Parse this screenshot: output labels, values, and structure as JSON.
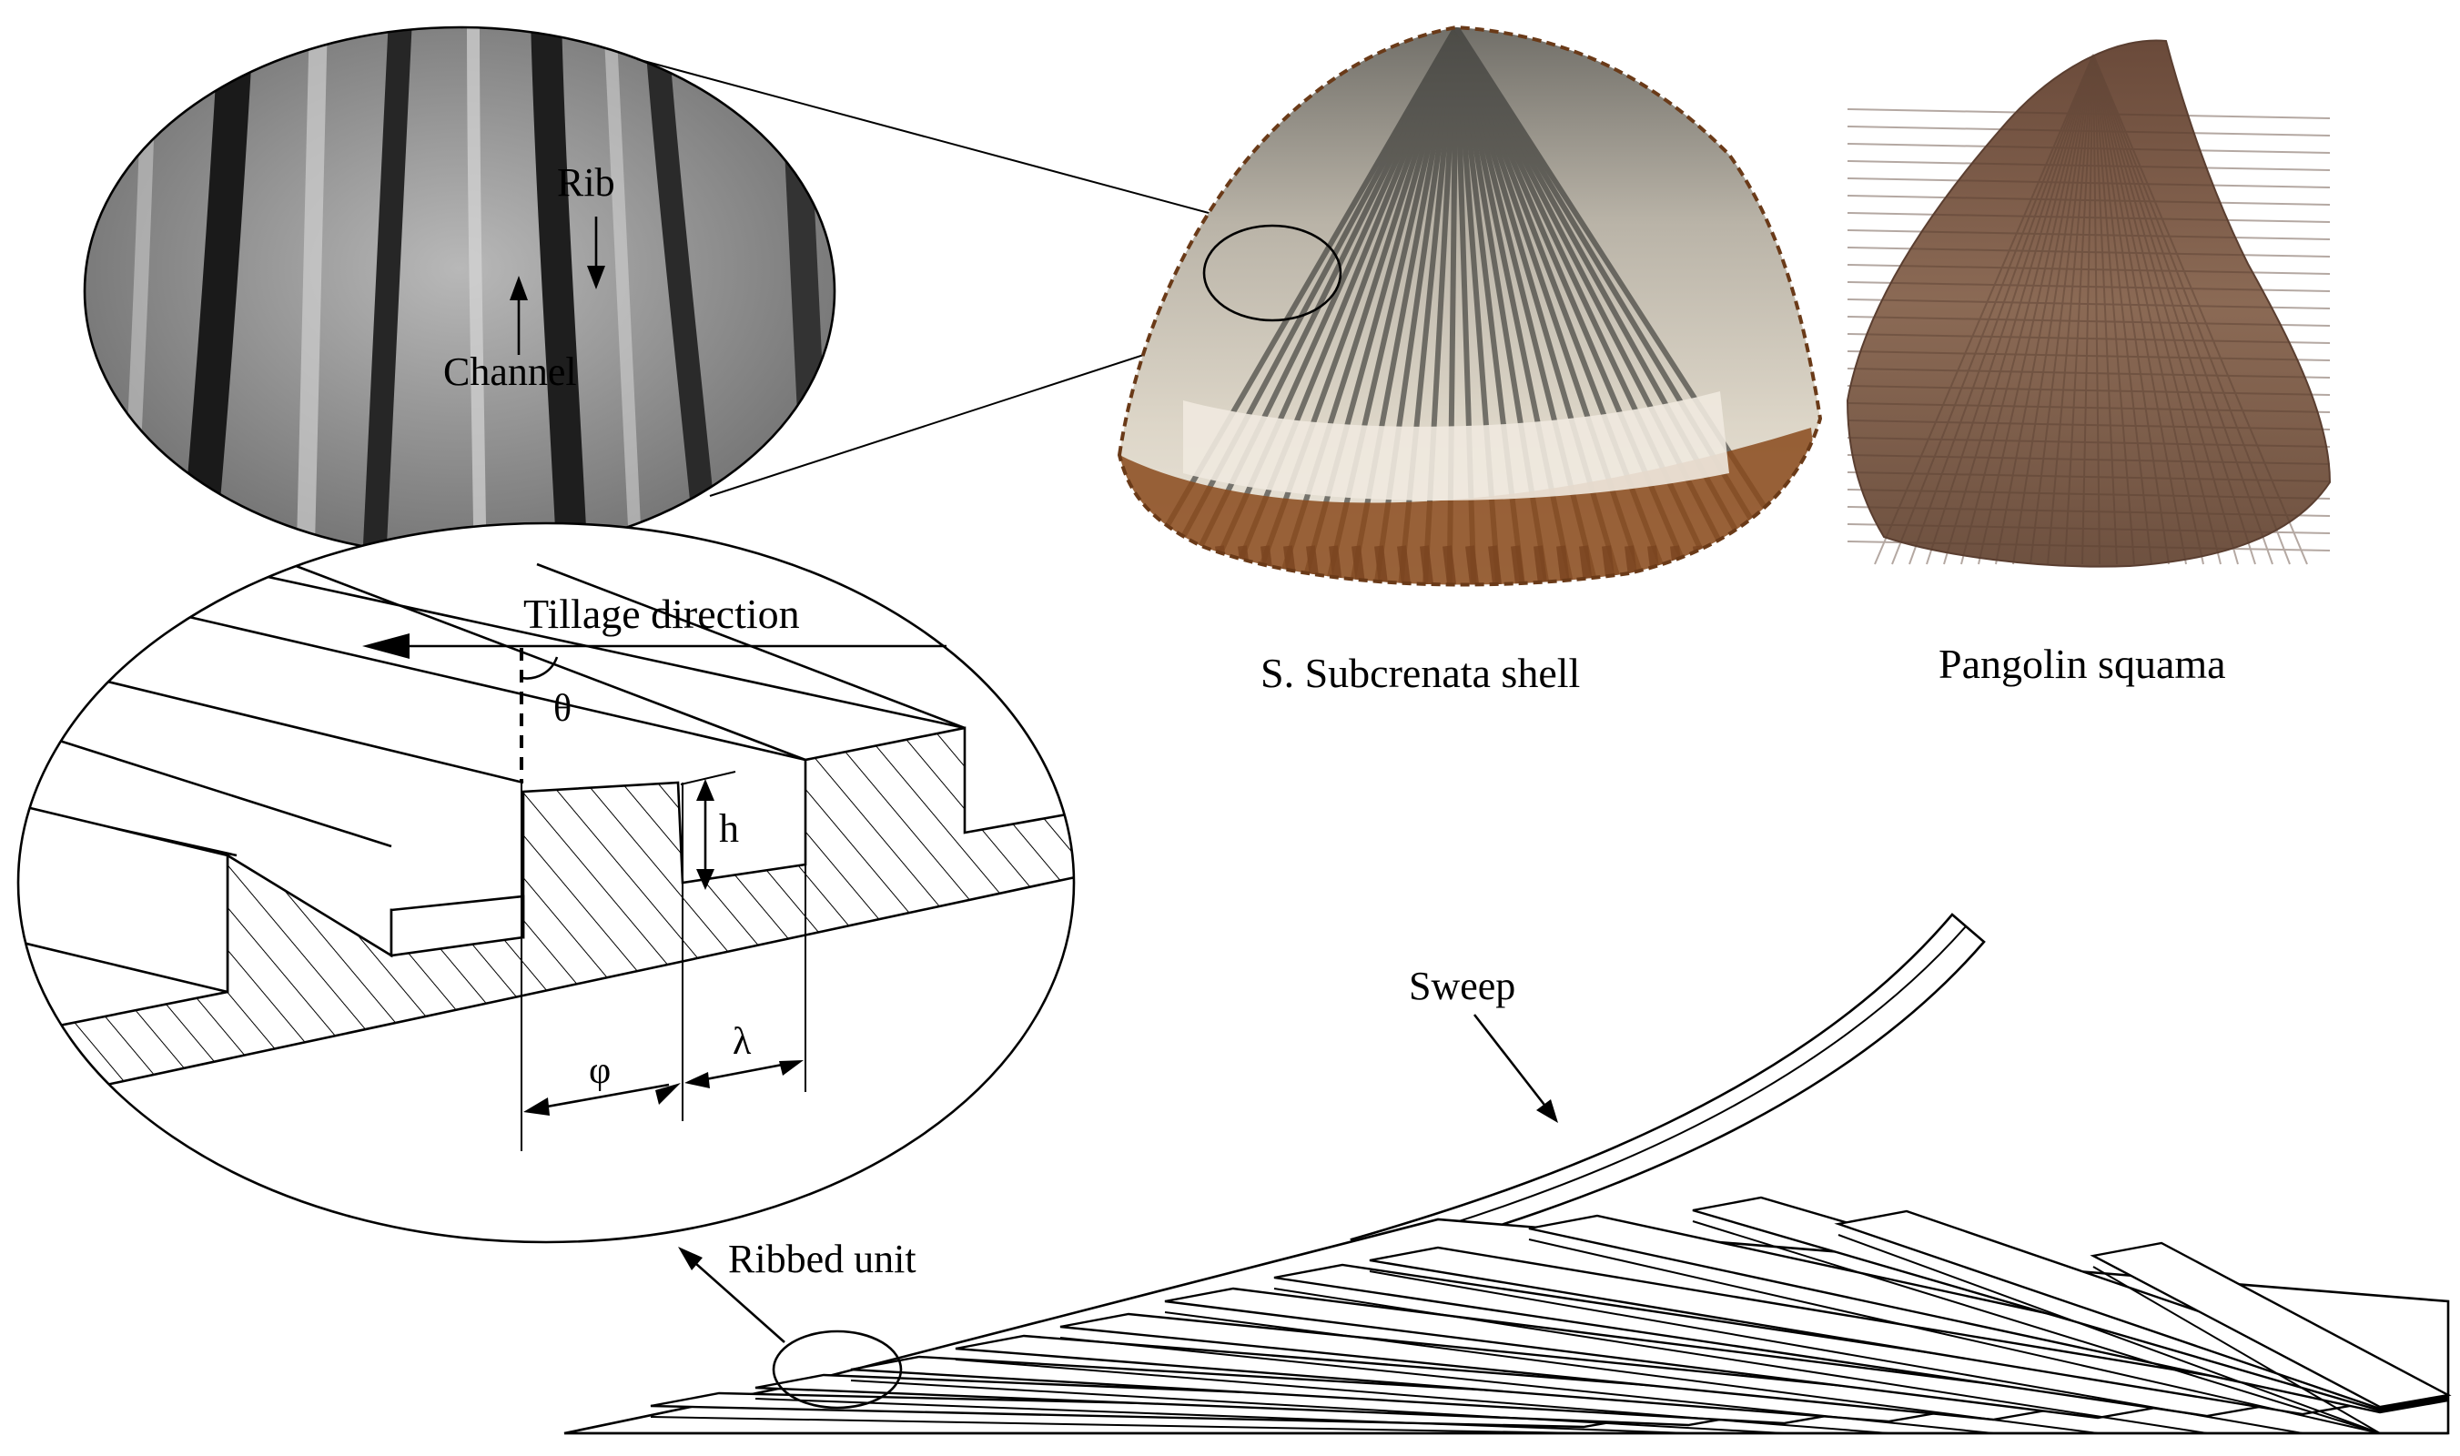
{
  "labels": {
    "rib": "Rib",
    "channel": "Channel",
    "tillage_direction": "Tillage direction",
    "theta": "θ",
    "h": "h",
    "phi": "φ",
    "lambda": "λ",
    "shell_caption": "S. Subcrenata shell",
    "pangolin_caption": "Pangolin squama",
    "sweep": "Sweep",
    "ribbed_unit": "Ribbed unit"
  },
  "colors": {
    "line": "#000000",
    "shell_light": "#e8e1d6",
    "shell_dark": "#4a4a44",
    "shell_rim": "#8a4a1c",
    "pangolin_base": "#8a6650",
    "micro_bg": "#9a9a9a"
  }
}
